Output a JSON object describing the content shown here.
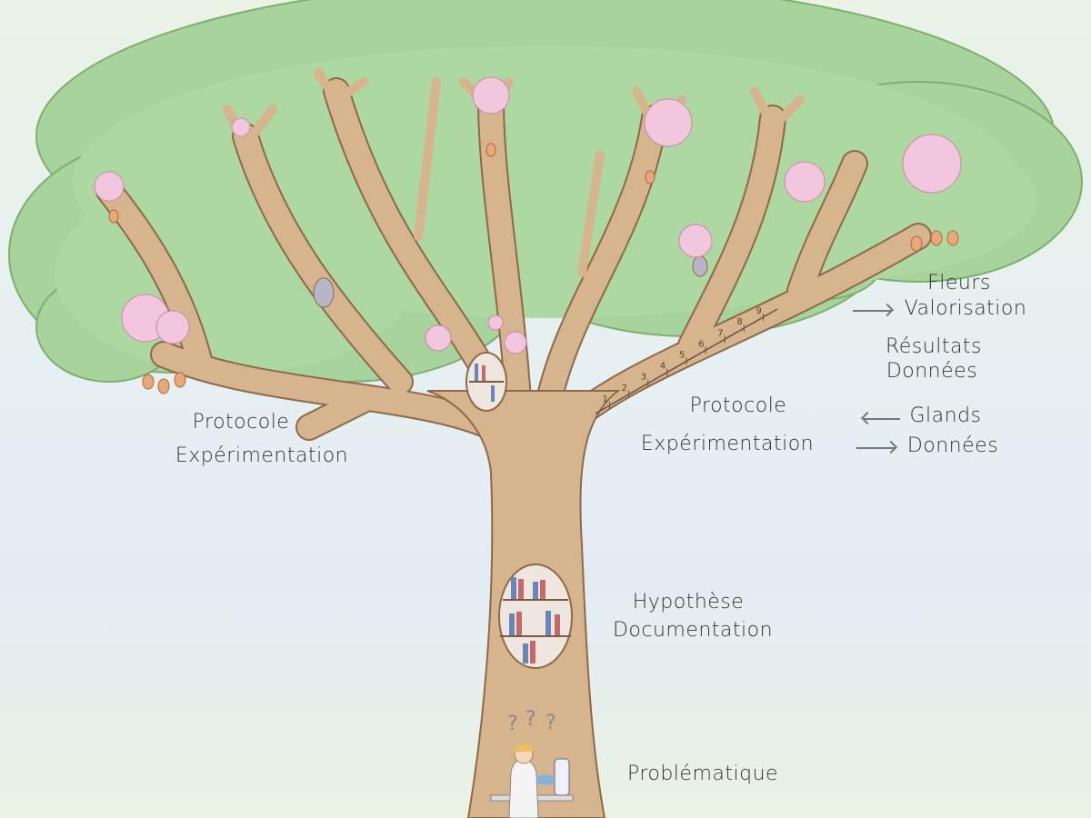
{
  "labels": {
    "left_protocole": "Protocole",
    "left_experimentation": "Expérimentation",
    "right_protocole": "Protocole",
    "right_experimentation": "Expérimentation",
    "fleurs": "Fleurs",
    "valorisation": "Valorisation",
    "resultats": "Résultats",
    "donnees_1": "Données",
    "glands": "Glands",
    "donnees_2": "Données",
    "hypothese": "Hypothèse",
    "documentation": "Documentation",
    "problematique": "Problématique"
  },
  "ruler_marks": [
    "1",
    "2",
    "3",
    "4",
    "5",
    "6",
    "7",
    "8",
    "9"
  ],
  "question_marks": [
    "?",
    "?",
    "?"
  ],
  "colors": {
    "foliage": "#a9d39c",
    "foliage_edge": "#6f9f5f",
    "bark": "#d6b48e",
    "bark_edge": "#8c6a4a",
    "blossom": "#f2c6dc",
    "acorn": "#e9a878"
  }
}
